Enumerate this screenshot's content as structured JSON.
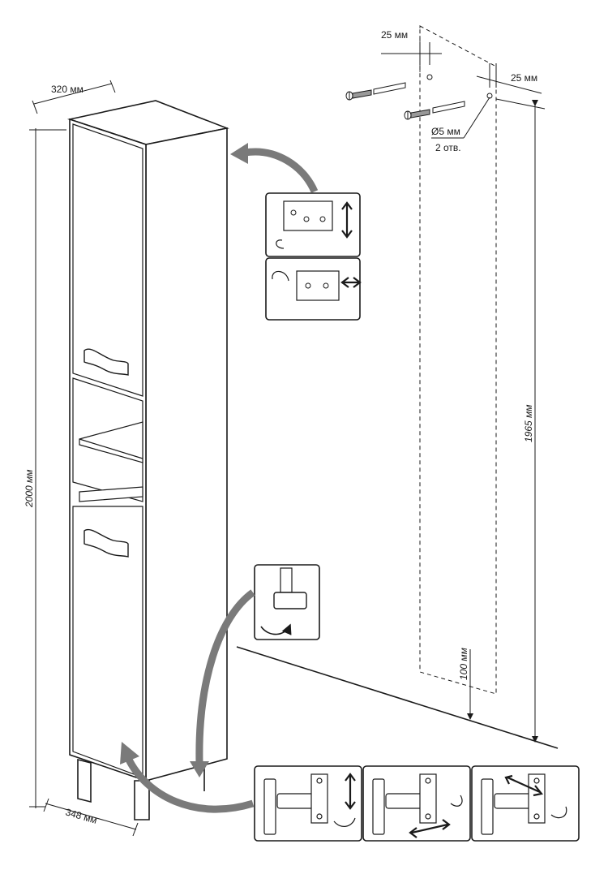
{
  "dimensions": {
    "depth_top": "320 мм",
    "height": "2000 мм",
    "depth_bottom": "348 мм",
    "hole_offset_left": "25 мм",
    "hole_offset_right": "25 мм",
    "hole_diameter": "Ø5 мм",
    "hole_count": "2 отв.",
    "mount_height": "1965 мм",
    "bottom_gap": "100 мм"
  },
  "icons": {
    "cabinet": "tall-bathroom-cabinet",
    "hinge": "cabinet-door-hinge",
    "foot": "adjustable-foot",
    "mount": "wall-mount-bracket",
    "screw": "screw-and-dowel"
  },
  "colors": {
    "line": "#1a1a1a",
    "arrow": "#7a7a7a",
    "background": "#ffffff"
  }
}
